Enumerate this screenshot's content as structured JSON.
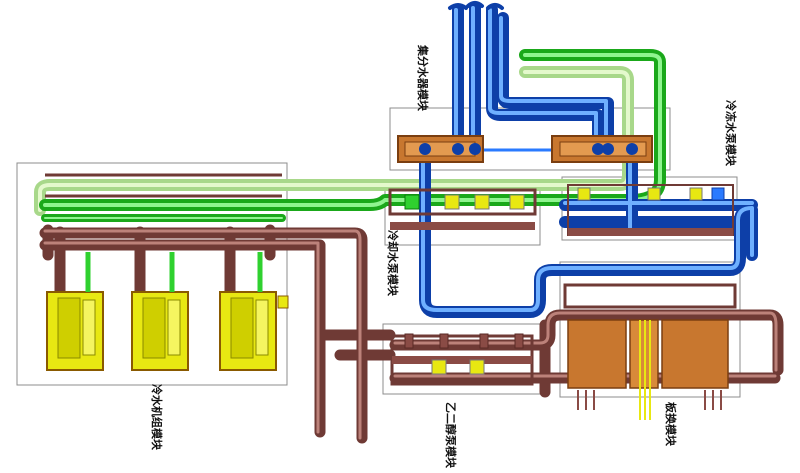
{
  "labels": {
    "chiller_module": "冷水机组模块",
    "manifold_module": "集分水器模块",
    "chilled_pump_module": "冷冻水泵模块",
    "cooling_pump_module": "冷却水泵模块",
    "glycol_pump_module": "乙二醇泵模块",
    "plate_hx_module": "板换模块"
  },
  "colors": {
    "blue": "#1f62d8",
    "blue_hi": "#5aa0ff",
    "green": "#2fd12f",
    "green_hi": "#9cf59c",
    "lightgreen": "#c9f0a0",
    "brown": "#8a4b45",
    "brown_hi": "#c58a82",
    "chiller": "#e8e812",
    "plate": "#c8772f",
    "frame": "#888888"
  }
}
